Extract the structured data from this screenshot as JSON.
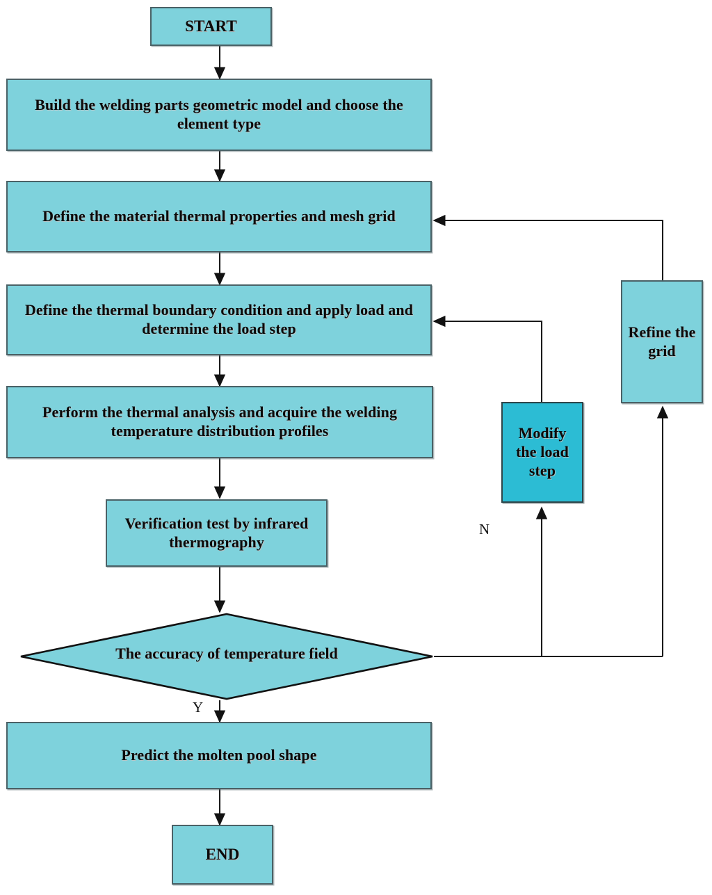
{
  "diagram": {
    "title": "Welding thermal simulation flowchart",
    "colors": {
      "node_fill": "#7ed2dc",
      "accent_fill": "#2cbcd4",
      "node_border": "#4a6166",
      "edge_stroke": "#1a1a1a",
      "background": "#ffffff",
      "text": "#0b0b0b"
    }
  },
  "nodes": {
    "start": {
      "label": "START",
      "shape": "process"
    },
    "build_model": {
      "label": "Build the welding parts geometric model and choose the element type",
      "shape": "process"
    },
    "define_material": {
      "label": "Define the material thermal properties and mesh grid",
      "shape": "process"
    },
    "define_boundary": {
      "label": "Define the thermal boundary condition and apply load and determine the load step",
      "shape": "process"
    },
    "perform_analysis": {
      "label": "Perform the thermal analysis and acquire the welding temperature distribution profiles",
      "shape": "process"
    },
    "verification": {
      "label": "Verification test by infrared thermography",
      "shape": "process"
    },
    "accuracy_decision": {
      "label": "The accuracy of temperature field",
      "shape": "decision"
    },
    "predict_pool": {
      "label": "Predict the molten pool shape",
      "shape": "process"
    },
    "end": {
      "label": "END",
      "shape": "process"
    },
    "modify_load_step": {
      "label": "Modify the load step",
      "shape": "process-accent"
    },
    "refine_grid": {
      "label": "Refine the grid",
      "shape": "process"
    }
  },
  "edge_labels": {
    "yes": "Y",
    "no": "N"
  }
}
